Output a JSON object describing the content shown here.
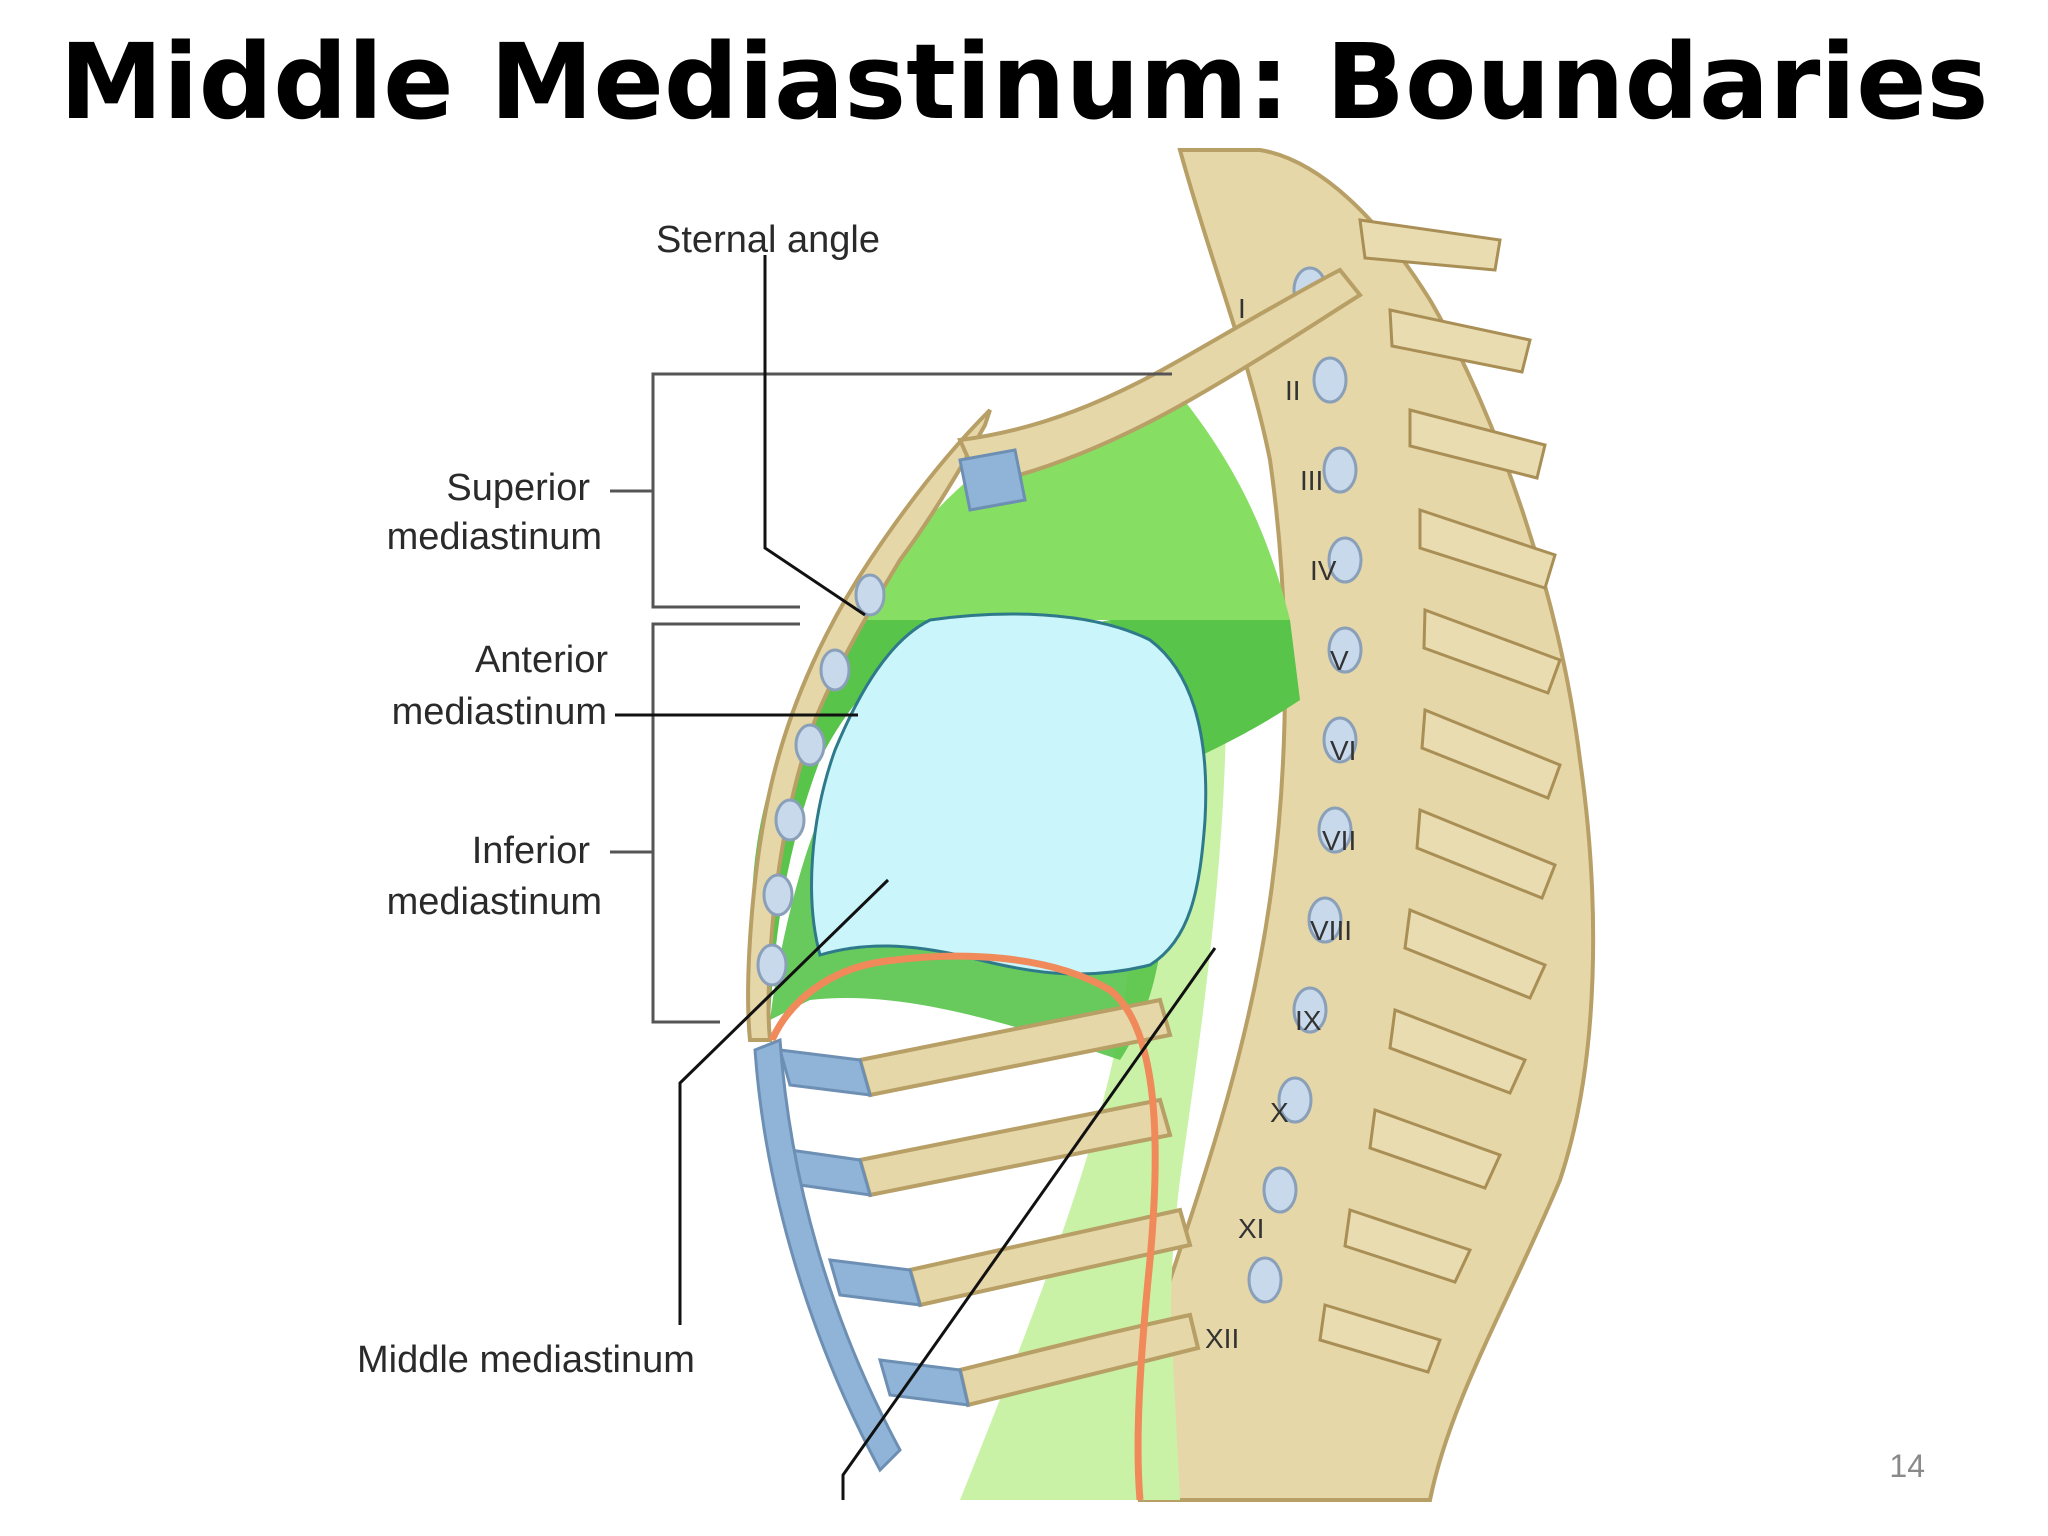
{
  "slide": {
    "title": "Middle Mediastinum: Boundaries",
    "page_number": "14"
  },
  "labels": {
    "sternal_angle": "Sternal angle",
    "superior_line1": "Superior",
    "superior_line2": "mediastinum",
    "anterior_line1": "Anterior",
    "anterior_line2": "mediastinum",
    "inferior_line1": "Inferior",
    "inferior_line2": "mediastinum",
    "middle": "Middle mediastinum"
  },
  "vertebrae": [
    "I",
    "II",
    "III",
    "IV",
    "V",
    "VI",
    "VII",
    "VIII",
    "IX",
    "X",
    "XI",
    "XII"
  ],
  "colors": {
    "bone": "#e6d7a8",
    "bone_outline": "#b79f66",
    "cartilage": "#8fb4d8",
    "superior_region": "#86df62",
    "anterior_region": "#58c44a",
    "posterior_region": "#c9f2a6",
    "middle_region": "#c9f5fb",
    "diaphragm": "#f08a5a"
  }
}
